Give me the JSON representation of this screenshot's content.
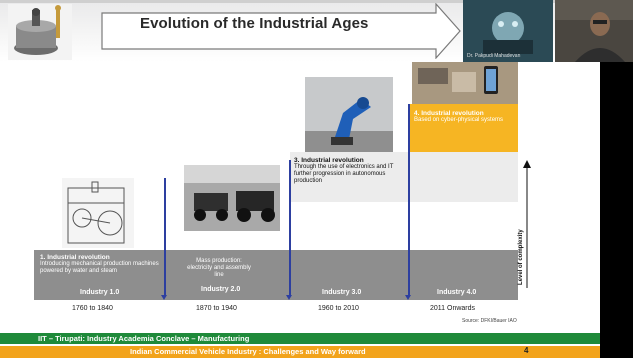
{
  "slide": {
    "title": "Evolution of the Industrial Ages",
    "source": "Source: DFKI/Bauer IAO",
    "complexity_label": "Level of complexity",
    "page_number": "4"
  },
  "revolutions": [
    {
      "title": "1. Industrial revolution",
      "desc": "Introducing mechanical production machines powered by water and steam",
      "industry": "Industry 1.0",
      "years": "1760 to 1840"
    },
    {
      "title": "",
      "desc": "Mass production: electricity and assembly line",
      "industry": "Industry 2.0",
      "years": "1870 to 1940"
    },
    {
      "title": "3. Industrial revolution",
      "desc": "Through the use of electronics and IT further progression in autonomous production",
      "industry": "Industry 3.0",
      "years": "1960 to 2010"
    },
    {
      "title": "4. Industrial revolution",
      "desc": "Based on cyber-physical systems",
      "industry": "Industry 4.0",
      "years": "2011 Onwards"
    }
  ],
  "footer": {
    "line1": "IIT – Tirupati: Industry Academia Conclave – Manufacturing",
    "line2": "Indian Commercial Vehicle Industry : Challenges and Way forward"
  },
  "video": {
    "participant_name": "Dr. Pakpudi Mahadevan"
  },
  "colors": {
    "band": "#8e8e8e",
    "yellow": "#f6b523",
    "arrow_blue": "#2d3fa0",
    "footer_green": "#1f8a3a",
    "footer_orange": "#f2a31b"
  }
}
